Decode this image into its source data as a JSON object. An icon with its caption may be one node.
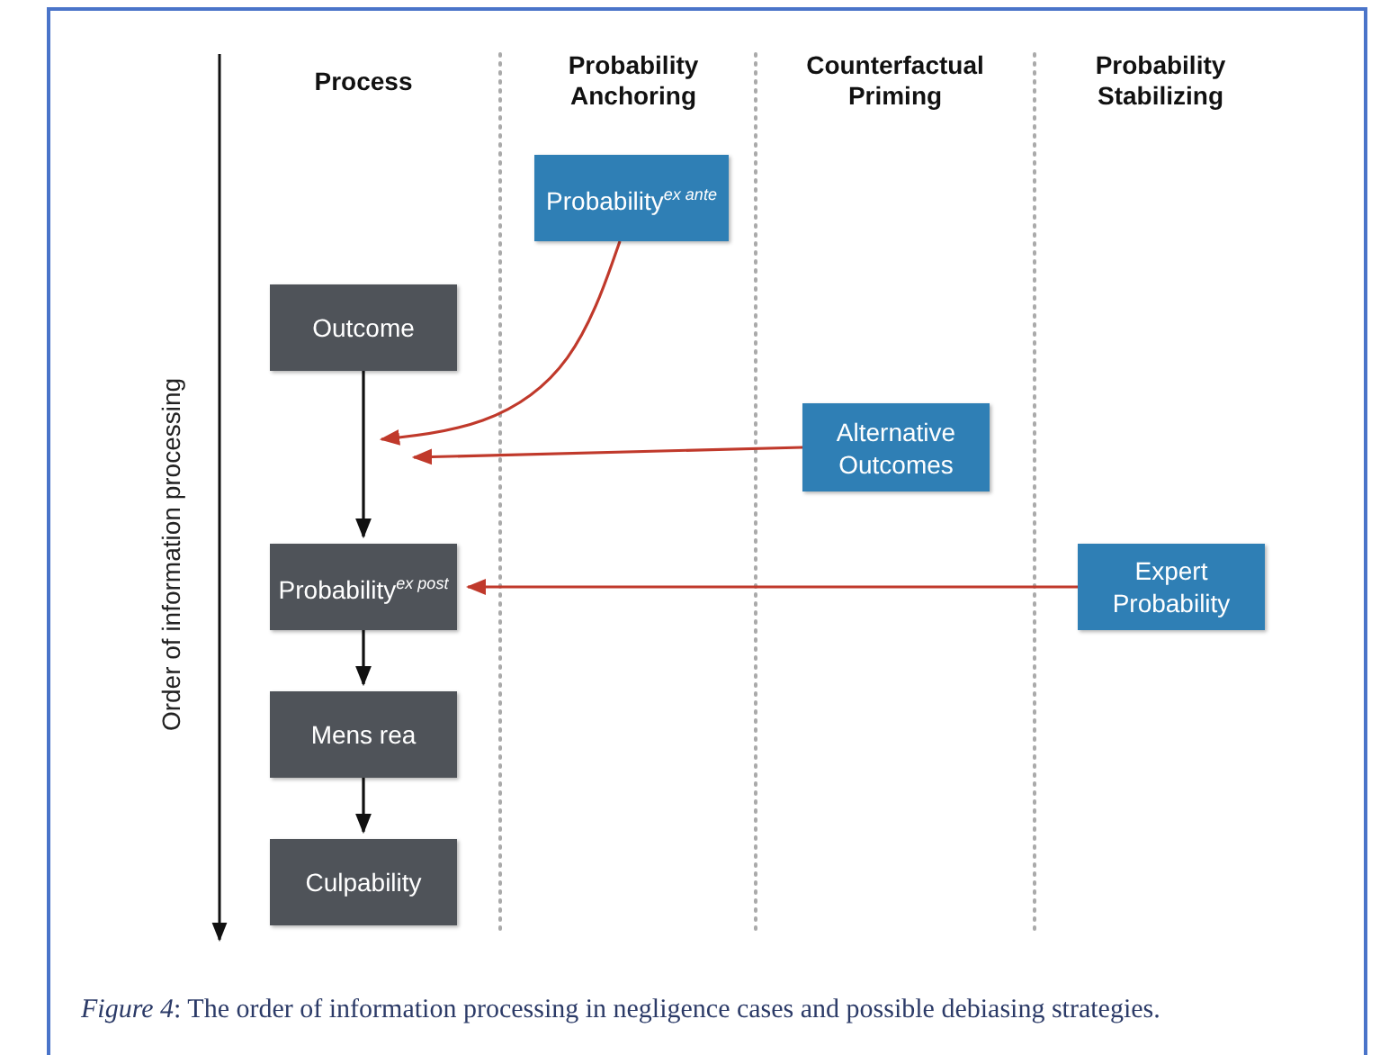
{
  "diagram": {
    "caption": "*Figure 4*: The order of information processing in negligence cases and possible debiasing strategies.",
    "nodes": [
      {
        "text": [
          "Probability$^{ex ante}$"
        ]
      },
      {
        "text": [
          "Outcome"
        ]
      },
      {
        "text": [
          "Alternative Outcomes"
        ]
      },
      {
        "text": [
          "Probability$^{ex post}$"
        ]
      },
      {
        "text": [
          "Expert Probability"
        ]
      },
      {
        "text": [
          "Mens rea"
        ]
      },
      {
        "text": [
          "Culpability"
        ]
      }
    ],
    "edges": [
      {
        "from": 1,
        "to": 3,
        "arrow": "to"
      },
      {
        "from": 3,
        "to": 5,
        "arrow": "to"
      },
      {
        "from": 5,
        "to": 6,
        "arrow": "to"
      },
      {
        "from": 0,
        "to": null,
        "arrow": "to",
        "color": "#c0392b"
      },
      {
        "from": 2,
        "to": null,
        "arrow": "to",
        "color": "#c0392b"
      },
      {
        "from": 4,
        "to": 3,
        "arrow": "to",
        "color": "#c0392b"
      }
    ],
    "labels": [
      "Process",
      "Probability Anchoring",
      "Counterfactual Priming",
      "Probability Stabilizing",
      "Order of information processing"
    ]
  }
}
